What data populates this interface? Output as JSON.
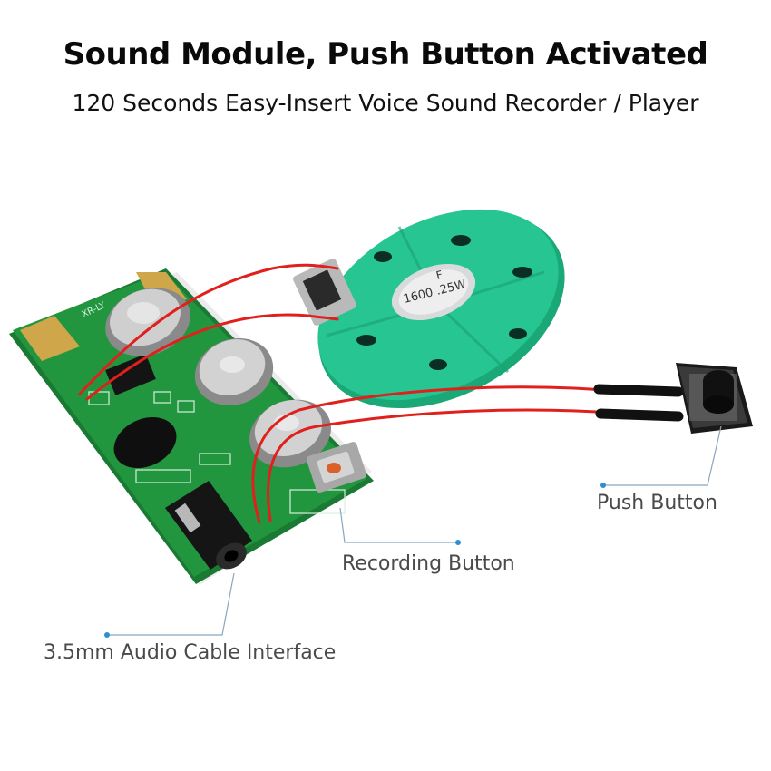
{
  "header": {
    "title": "Sound Module, Push Button Activated",
    "subtitle": "120 Seconds Easy-Insert Voice Sound Recorder / Player"
  },
  "speaker": {
    "label_line1": "F",
    "label_line2": "1600 .25W"
  },
  "board": {
    "silk_text": "XR-LY"
  },
  "callouts": {
    "push_button": "Push Button",
    "recording_button": "Recording Button",
    "audio_interface": "3.5mm Audio Cable Interface"
  },
  "colors": {
    "pcb": "#1f8f3c",
    "speaker": "#20c08c",
    "wire": "#e0201c",
    "callout_line": "#8aa6bd",
    "callout_dot": "#2c8fd6"
  }
}
